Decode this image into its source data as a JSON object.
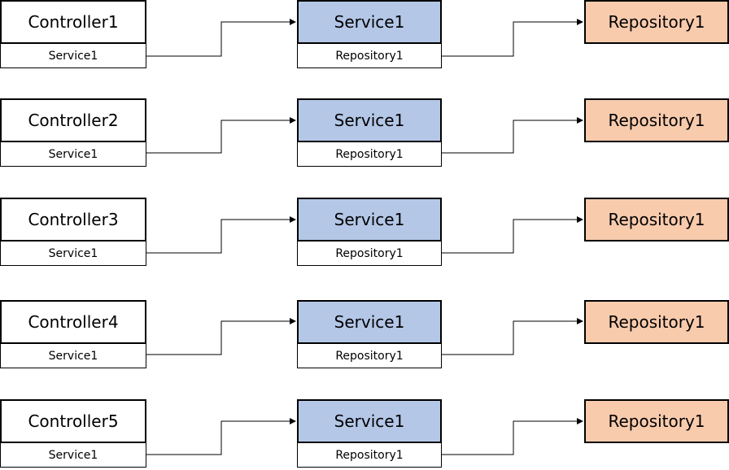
{
  "colors": {
    "service_fill": "#b4c7e7",
    "repository_fill": "#f8cbad",
    "controller_fill": "#ffffff"
  },
  "rows": [
    {
      "controller": {
        "name": "Controller1",
        "dependency": "Service1"
      },
      "service": {
        "name": "Service1",
        "dependency": "Repository1"
      },
      "repository": {
        "name": "Repository1"
      }
    },
    {
      "controller": {
        "name": "Controller2",
        "dependency": "Service1"
      },
      "service": {
        "name": "Service1",
        "dependency": "Repository1"
      },
      "repository": {
        "name": "Repository1"
      }
    },
    {
      "controller": {
        "name": "Controller3",
        "dependency": "Service1"
      },
      "service": {
        "name": "Service1",
        "dependency": "Repository1"
      },
      "repository": {
        "name": "Repository1"
      }
    },
    {
      "controller": {
        "name": "Controller4",
        "dependency": "Service1"
      },
      "service": {
        "name": "Service1",
        "dependency": "Repository1"
      },
      "repository": {
        "name": "Repository1"
      }
    },
    {
      "controller": {
        "name": "Controller5",
        "dependency": "Service1"
      },
      "service": {
        "name": "Service1",
        "dependency": "Repository1"
      },
      "repository": {
        "name": "Repository1"
      }
    }
  ]
}
